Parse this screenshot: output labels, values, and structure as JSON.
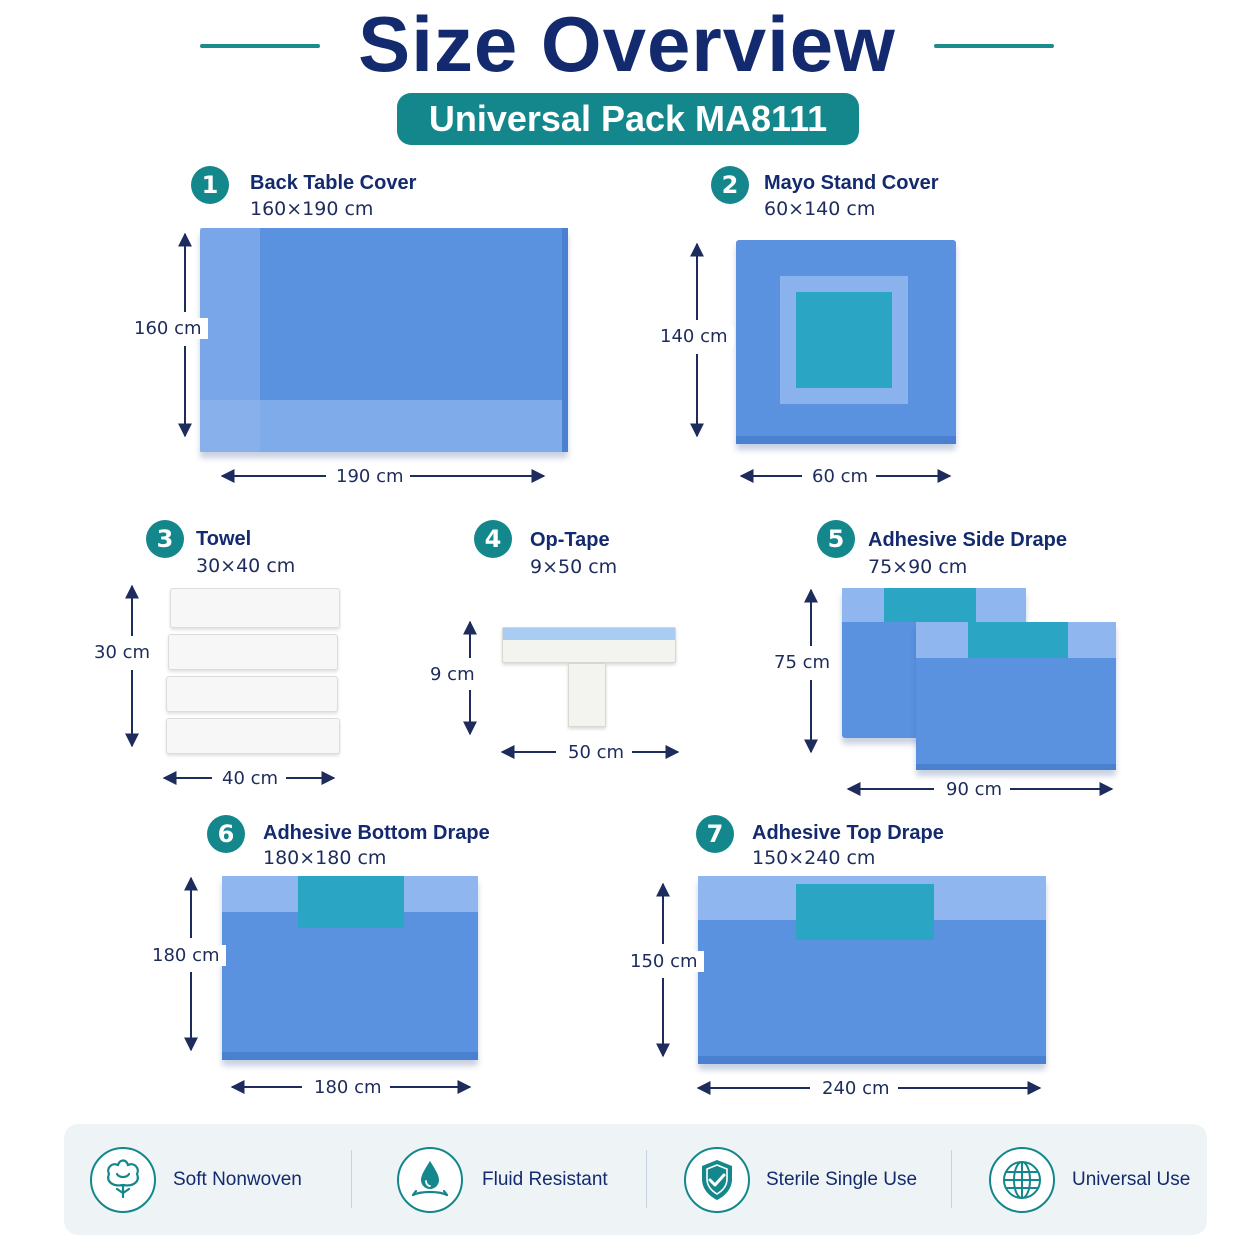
{
  "header": {
    "title": "Size Overview",
    "subtitle": "Universal Pack MA8111"
  },
  "items": [
    {
      "num": "1",
      "name": "Back Table Cover",
      "size": "160×190 cm",
      "height_label": "160 cm",
      "width_label": "190 cm"
    },
    {
      "num": "2",
      "name": "Mayo Stand Cover",
      "size": "60×140 cm",
      "height_label": "140 cm",
      "width_label": "60 cm"
    },
    {
      "num": "3",
      "name": "Towel",
      "size": "30×40 cm",
      "height_label": "30 cm",
      "width_label": "40 cm"
    },
    {
      "num": "4",
      "name": "Op-Tape",
      "size": "9×50 cm",
      "height_label": "9 cm",
      "width_label": "50 cm"
    },
    {
      "num": "5",
      "name": "Adhesive Side Drape",
      "size": "75×90 cm",
      "height_label": "75 cm",
      "width_label": "90 cm"
    },
    {
      "num": "6",
      "name": "Adhesive Bottom Drape",
      "size": "180×180 cm",
      "height_label": "180 cm",
      "width_label": "180 cm"
    },
    {
      "num": "7",
      "name": "Adhesive Top Drape",
      "size": "150×240 cm",
      "height_label": "150 cm",
      "width_label": "240 cm"
    }
  ],
  "features": [
    {
      "label": "Soft Nonwoven",
      "icon": "cotton-flower-icon"
    },
    {
      "label": "Fluid Resistant",
      "icon": "water-drop-icon"
    },
    {
      "label": "Sterile Single Use",
      "icon": "shield-check-icon"
    },
    {
      "label": "Universal Use",
      "icon": "globe-icon"
    }
  ],
  "colors": {
    "navy": "#142a6e",
    "teal": "#13878b",
    "drape_blue": "#5b92e0",
    "drape_light": "#8fb6ee",
    "adhesive_window": "#2aa6c4"
  }
}
